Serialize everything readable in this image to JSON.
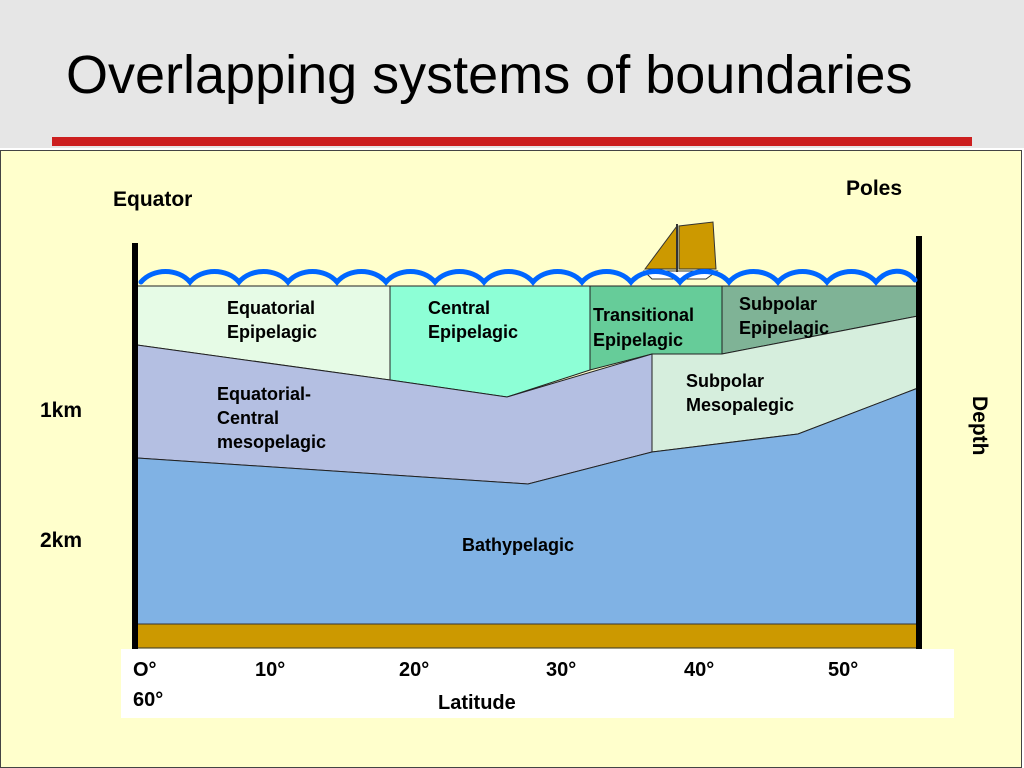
{
  "slide": {
    "title": "Overlapping systems of boundaries"
  },
  "colors": {
    "header_bg": "#e6e6e6",
    "accent_bar": "#cc1f1f",
    "panel_bg": "#ffffcc",
    "wave": "#0066ff",
    "seafloor": "#cc9900",
    "boat_sail": "#cc9900"
  },
  "labels": {
    "equator": "Equator",
    "poles": "Poles",
    "depth": "Depth",
    "depth_1km": "1km",
    "depth_2km": "2km"
  },
  "zones": [
    {
      "id": "equatorial-epipelagic",
      "line1": "Equatorial",
      "line2": "Epipelagic",
      "line3": "",
      "color": "#e6fbe6"
    },
    {
      "id": "central-epipelagic",
      "line1": "Central",
      "line2": "Epipelagic",
      "line3": "",
      "color": "#8dffd6"
    },
    {
      "id": "transitional-epipelagic",
      "line1": "Transitional",
      "line2": "Epipelagic",
      "line3": "",
      "color": "#66cc99"
    },
    {
      "id": "subpolar-epipelagic",
      "line1": "Subpolar",
      "line2": "Epipelagic",
      "line3": "",
      "color": "#7fb396"
    },
    {
      "id": "equatorial-central-mesopelagic",
      "line1": "Equatorial-",
      "line2": "Central",
      "line3": "mesopelagic",
      "color": "#b4bfe2"
    },
    {
      "id": "subpolar-mesopalegic",
      "line1": "Subpolar",
      "line2": "Mesopalegic",
      "line3": "",
      "color": "#d6eedd"
    },
    {
      "id": "bathypelagic",
      "line1": "Bathypelagic",
      "line2": "",
      "line3": "",
      "color": "#80b2e4"
    }
  ],
  "latitude": {
    "ticks": [
      "O°",
      "10°",
      "20°",
      "30°",
      "40°",
      "50°",
      "60°"
    ],
    "label": "Latitude"
  }
}
